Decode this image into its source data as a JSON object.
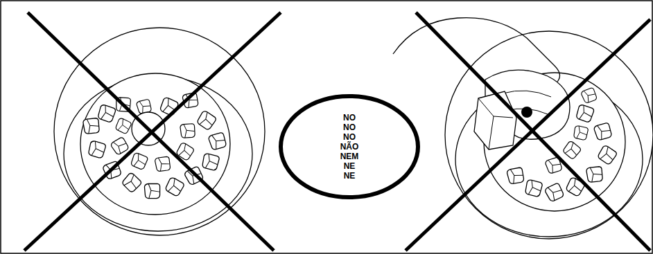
{
  "diagram": {
    "nodes": [
      {
        "text": [
          "NO",
          "NO",
          "NO",
          "NÃO",
          "NEM",
          "NE",
          "NE"
        ]
      }
    ]
  }
}
